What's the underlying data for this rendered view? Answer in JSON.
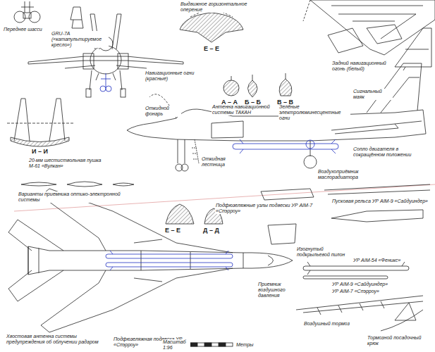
{
  "diagram": {
    "labels": [
      "Переднее шасси",
      "GRU-7A («катапультируемое кресло»)",
      "Выдвижное горизонтальное оперение",
      "Е – Е",
      "Навигационные огни (красные)",
      "А – А",
      "Б – Б",
      "В – В",
      "Задний навигационный огонь (белый)",
      "Сигнальный маяк",
      "Откидной фонарь",
      "Антенна навигационной системы ТАКАН",
      "Зелёные электролюминесцентные огни",
      "И – И",
      "20-мм шестиствольная пушка М-61 «Вулкан»",
      "Откидная лестница",
      "Сопло двигателя в сокращённом положении",
      "Воздухоприёмник маслорадиатора",
      "Варианты приемника оптико-электронной системы",
      "Е – Е",
      "Д – Д",
      "Подфюзеляжные узлы подвески УР AIM-7 «Спэрроу»",
      "Пусковая рельса УР AIM-9 «Сайдуиндер»",
      "Изогнутый подкрыльевой пилон",
      "УР AIM-54 «Феникс»",
      "УР AIM-9 «Сайдуиндер»",
      "УР AIM-7 «Спэрроу»",
      "Приемник воздушного давления",
      "Воздушный тормоз",
      "Тормозной посадочный крюк",
      "Хвостовая антенна системы предупреждения об облучении радаром",
      "Подфюзеляжная подвеска УР «Спэрроу»",
      "Масштаб 1:96",
      "Метры"
    ]
  }
}
